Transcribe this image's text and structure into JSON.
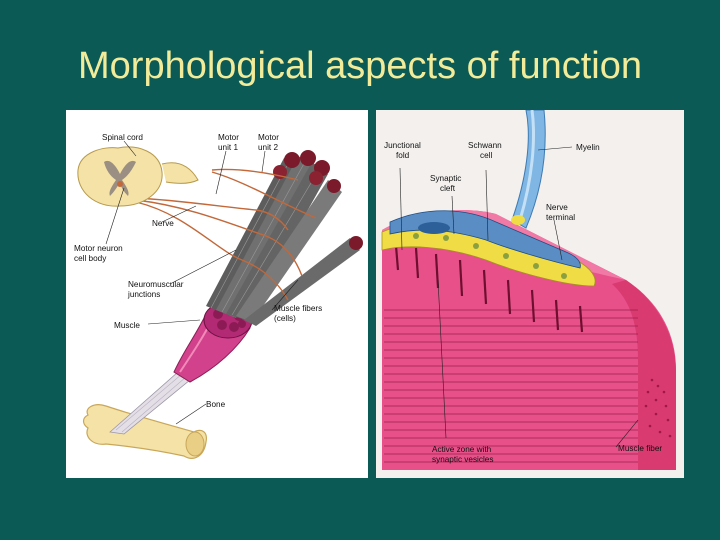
{
  "slide": {
    "title": "Morphological aspects of function"
  },
  "left_figure": {
    "labels": {
      "spinal_cord": "Spinal cord",
      "motor_unit_1": [
        "Motor",
        "unit 1"
      ],
      "motor_unit_2": [
        "Motor",
        "unit 2"
      ],
      "nerve": "Nerve",
      "motor_neuron_cell_body": [
        "Motor neuron",
        "cell body"
      ],
      "neuromuscular_junctions": [
        "Neuromuscular",
        "junctions"
      ],
      "muscle_fibers": [
        "Muscle fibers",
        "(cells)"
      ],
      "muscle": "Muscle",
      "bone": "Bone"
    }
  },
  "right_figure": {
    "labels": {
      "junctional_fold": [
        "Junctional",
        "fold"
      ],
      "schwann_cell": [
        "Schwann",
        "cell"
      ],
      "myelin": "Myelin",
      "synaptic_cleft": [
        "Synaptic",
        "cleft"
      ],
      "nerve_terminal": [
        "Nerve",
        "terminal"
      ],
      "active_zone": [
        "Active zone with",
        "synaptic vesicles"
      ],
      "muscle_fiber": "Muscle fiber"
    }
  },
  "colors": {
    "background": "#0b5a55",
    "title": "#f2ec9a",
    "muscle_pink": "#e8508a",
    "muscle_magenta": "#b32a74",
    "fiber_gray": "#6b6b6b",
    "nerve_orange": "#c2683a",
    "schwann_yellow": "#f0dd45",
    "myelin_blue": "#7fb6e3",
    "bone": "#f4e2a6"
  }
}
